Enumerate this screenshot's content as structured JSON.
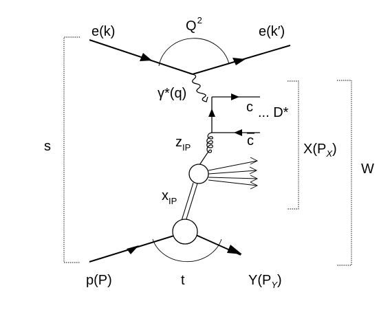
{
  "labels": {
    "e_in": "e(k)",
    "e_out": "e(k′)",
    "q2_base": "Q",
    "q2_exp": "2",
    "photon": "γ*(q)",
    "charm": "c",
    "dstar": "... D*",
    "anticharm": "c",
    "z_base": "z",
    "z_sub": "IP",
    "x_base": "x",
    "x_sub": "IP",
    "s": "s",
    "X_system": "X(P",
    "X_sub": "X",
    "X_close": ")",
    "W": "W",
    "proton": "p(P)",
    "t": "t",
    "Y_system": "Y(P",
    "Y_sub": "Y",
    "Y_close": ")"
  }
}
